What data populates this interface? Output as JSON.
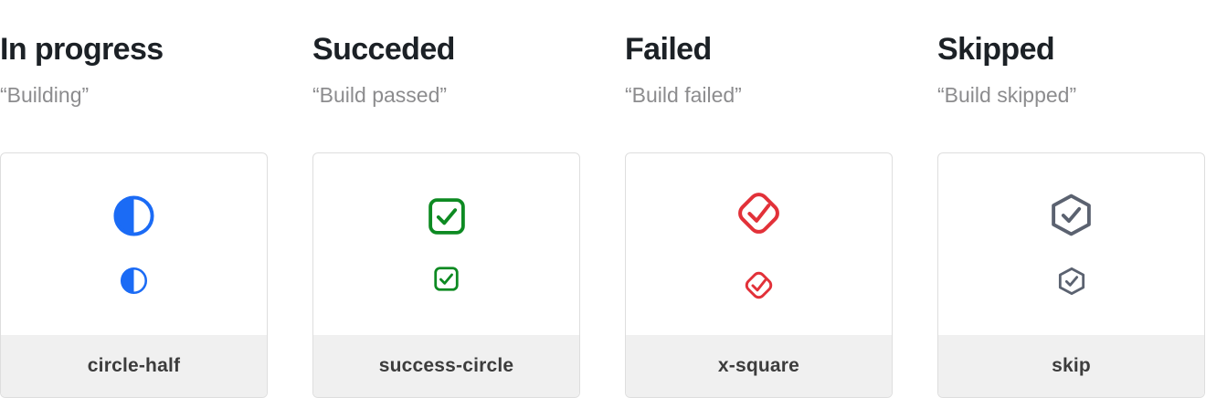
{
  "columns": [
    {
      "title": "In progress",
      "subtitle": "“Building”",
      "label": "circle-half",
      "accent": "#1b6bf5"
    },
    {
      "title": "Succeded",
      "subtitle": "“Build passed”",
      "label": "success-circle",
      "accent": "#0d8a22"
    },
    {
      "title": "Failed",
      "subtitle": "“Build failed”",
      "label": "x-square",
      "accent": "#e23139"
    },
    {
      "title": "Skipped",
      "subtitle": "“Build skipped”",
      "label": "skip",
      "accent": "#5b6270"
    }
  ],
  "colors": {
    "background": "#ffffff",
    "card_border": "#dedede",
    "footer_background": "#f0f0f0",
    "heading_text": "#1c2126",
    "subtitle_text": "#8c8c8e",
    "label_text": "#3c3c3c"
  }
}
